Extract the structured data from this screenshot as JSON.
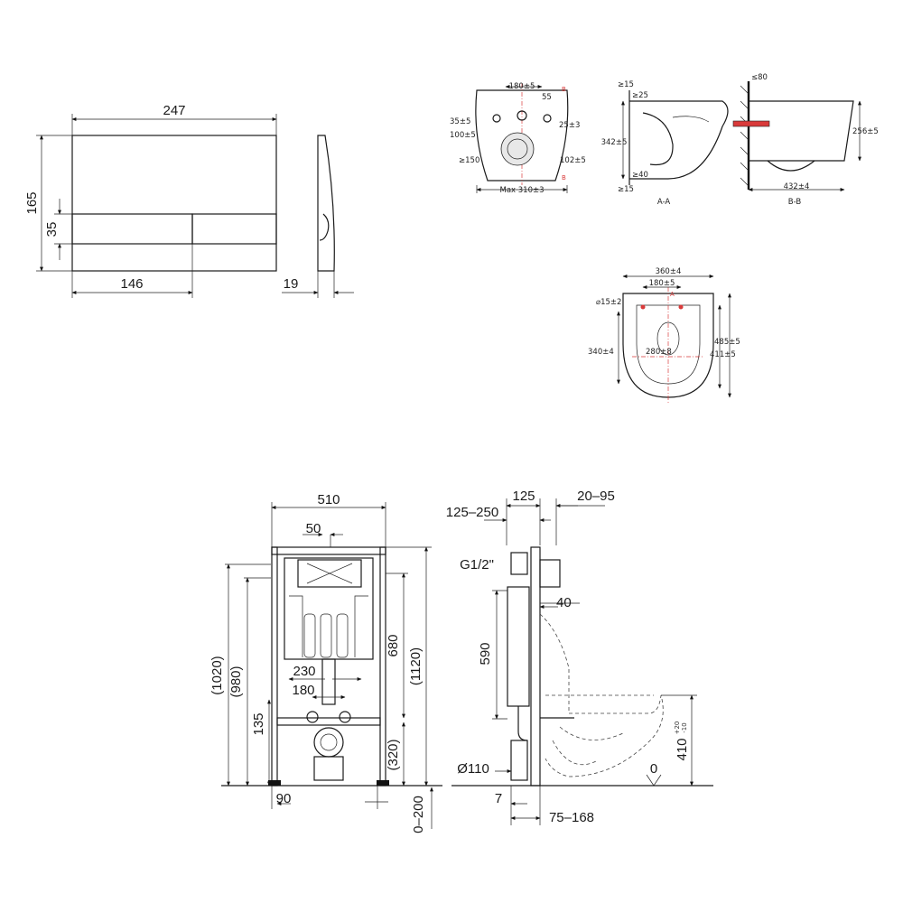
{
  "flush_plate": {
    "width": "247",
    "height": "165",
    "button_height": "35",
    "left_button_width": "146",
    "depth": "19"
  },
  "bowl_top": {
    "d_180": "180±5",
    "d_55": "55",
    "d_35": "35±5",
    "d_100": "100±5",
    "d_25": "25±3",
    "d_150": "≥150",
    "d_102": "102±5",
    "d_310": "Max 310±3",
    "marker_b": "B"
  },
  "section_aa": {
    "d_15": "≥15",
    "d_25": "≥25",
    "d_342": "342±5",
    "d_40": "≥40",
    "d_15b": "≥15",
    "label": "A-A"
  },
  "section_bb": {
    "d_80": "≤80",
    "d_256": "256±5",
    "d_432": "432±4",
    "label": "B-B"
  },
  "bowl_plan": {
    "d_360": "360±4",
    "d_180": "180±5",
    "marker_a": "A",
    "d_15": "⌀15±2",
    "d_340": "340±4",
    "d_280": "280±8",
    "d_485": "485±5",
    "d_411": "411±5"
  },
  "frame_front": {
    "width": "510",
    "d_50": "50",
    "h_1020": "(1020)",
    "h_980": "(980)",
    "h_680": "680",
    "h_1120": "(1120)",
    "d_230": "230",
    "d_180": "180",
    "d_135": "135",
    "d_320": "(320)",
    "d_90": "90",
    "d_0_200": "0–200"
  },
  "frame_side": {
    "d_125": "125",
    "d_20_95": "20–95",
    "d_125_250": "125–250",
    "g12": "G1/2\"",
    "d_40": "40",
    "d_590": "590",
    "d_110": "Ø110",
    "d_7": "7",
    "d_75_168": "75–168",
    "floor": "0",
    "h_410": "410",
    "tol_up": "+20",
    "tol_dn": "-10"
  }
}
